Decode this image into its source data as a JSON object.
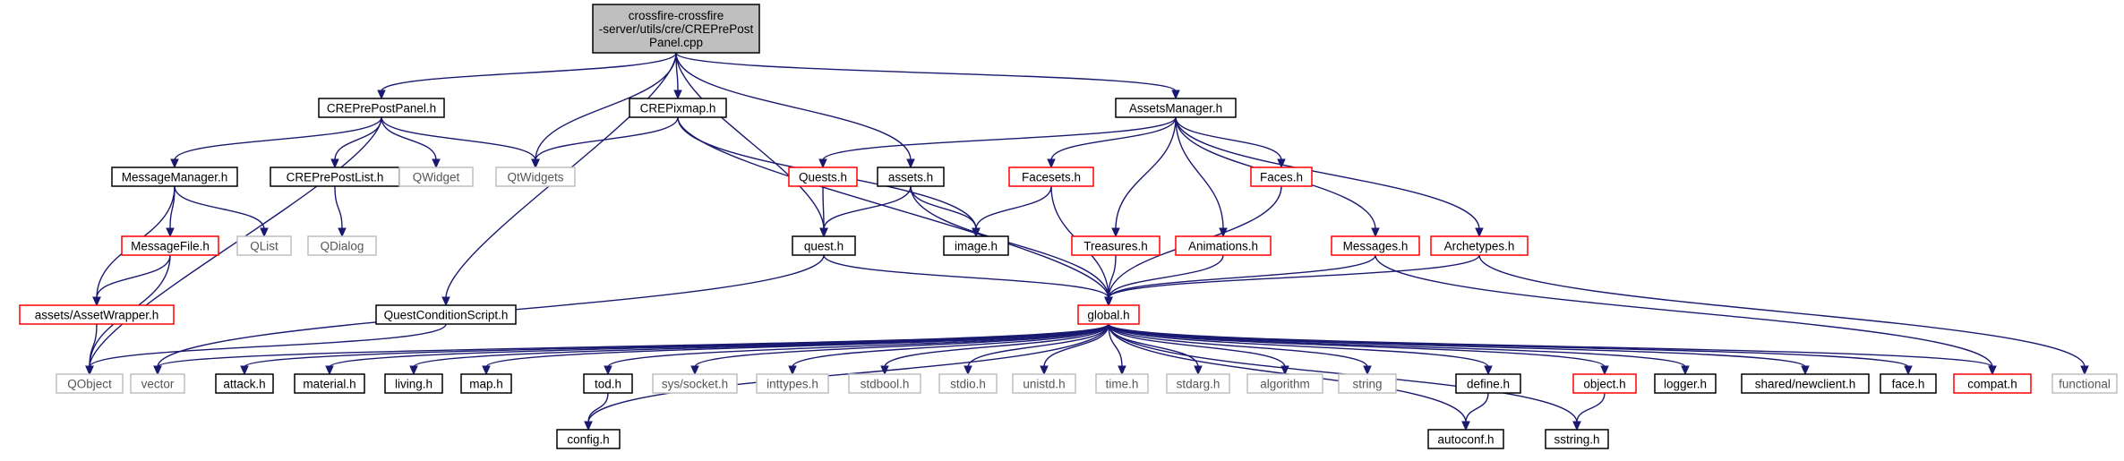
{
  "colors": {
    "edge": "#191970",
    "root_fill": "#bfbfbf",
    "plain_border": "#000000",
    "missing_border": "#ff0000",
    "system_border": "#bfbfbf"
  },
  "nodes": {
    "root": {
      "lines": [
        "crossfire-crossfire",
        "-server/utils/cre/CREPrePost",
        "Panel.cpp"
      ],
      "style": "root"
    },
    "creprepostpanel": {
      "lines": [
        "CREPrePostPanel.h"
      ],
      "style": "plain"
    },
    "crepixmap": {
      "lines": [
        "CREPixmap.h"
      ],
      "style": "plain"
    },
    "assetsmanager": {
      "lines": [
        "AssetsManager.h"
      ],
      "style": "plain"
    },
    "messagemanager": {
      "lines": [
        "MessageManager.h"
      ],
      "style": "plain"
    },
    "creprepostlist": {
      "lines": [
        "CREPrePostList.h"
      ],
      "style": "plain"
    },
    "qwidget": {
      "lines": [
        "QWidget"
      ],
      "style": "gray"
    },
    "qtwidgets": {
      "lines": [
        "QtWidgets"
      ],
      "style": "gray"
    },
    "quests": {
      "lines": [
        "Quests.h"
      ],
      "style": "red"
    },
    "assets": {
      "lines": [
        "assets.h"
      ],
      "style": "plain"
    },
    "facesets": {
      "lines": [
        "Facesets.h"
      ],
      "style": "red"
    },
    "faces": {
      "lines": [
        "Faces.h"
      ],
      "style": "red"
    },
    "messagefile": {
      "lines": [
        "MessageFile.h"
      ],
      "style": "red"
    },
    "qlist": {
      "lines": [
        "QList"
      ],
      "style": "gray"
    },
    "qdialog": {
      "lines": [
        "QDialog"
      ],
      "style": "gray"
    },
    "quest": {
      "lines": [
        "quest.h"
      ],
      "style": "plain"
    },
    "image": {
      "lines": [
        "image.h"
      ],
      "style": "plain"
    },
    "treasures": {
      "lines": [
        "Treasures.h"
      ],
      "style": "red"
    },
    "animations": {
      "lines": [
        "Animations.h"
      ],
      "style": "red"
    },
    "messages": {
      "lines": [
        "Messages.h"
      ],
      "style": "red"
    },
    "archetypes": {
      "lines": [
        "Archetypes.h"
      ],
      "style": "red"
    },
    "assetwrapper": {
      "lines": [
        "assets/AssetWrapper.h"
      ],
      "style": "red"
    },
    "questcondition": {
      "lines": [
        "QuestConditionScript.h"
      ],
      "style": "plain"
    },
    "global": {
      "lines": [
        "global.h"
      ],
      "style": "red"
    },
    "qobject": {
      "lines": [
        "QObject"
      ],
      "style": "gray"
    },
    "vector": {
      "lines": [
        "vector"
      ],
      "style": "gray"
    },
    "attack": {
      "lines": [
        "attack.h"
      ],
      "style": "plain"
    },
    "material": {
      "lines": [
        "material.h"
      ],
      "style": "plain"
    },
    "living": {
      "lines": [
        "living.h"
      ],
      "style": "plain"
    },
    "map": {
      "lines": [
        "map.h"
      ],
      "style": "plain"
    },
    "tod": {
      "lines": [
        "tod.h"
      ],
      "style": "plain"
    },
    "syssocket": {
      "lines": [
        "sys/socket.h"
      ],
      "style": "gray"
    },
    "inttypes": {
      "lines": [
        "inttypes.h"
      ],
      "style": "gray"
    },
    "stdbool": {
      "lines": [
        "stdbool.h"
      ],
      "style": "gray"
    },
    "stdio": {
      "lines": [
        "stdio.h"
      ],
      "style": "gray"
    },
    "unistd": {
      "lines": [
        "unistd.h"
      ],
      "style": "gray"
    },
    "time": {
      "lines": [
        "time.h"
      ],
      "style": "gray"
    },
    "stdarg": {
      "lines": [
        "stdarg.h"
      ],
      "style": "gray"
    },
    "algorithm": {
      "lines": [
        "algorithm"
      ],
      "style": "gray"
    },
    "string": {
      "lines": [
        "string"
      ],
      "style": "gray"
    },
    "define": {
      "lines": [
        "define.h"
      ],
      "style": "plain"
    },
    "object": {
      "lines": [
        "object.h"
      ],
      "style": "red"
    },
    "logger": {
      "lines": [
        "logger.h"
      ],
      "style": "plain"
    },
    "newclient": {
      "lines": [
        "shared/newclient.h"
      ],
      "style": "plain"
    },
    "face": {
      "lines": [
        "face.h"
      ],
      "style": "plain"
    },
    "compat": {
      "lines": [
        "compat.h"
      ],
      "style": "red"
    },
    "functional": {
      "lines": [
        "functional"
      ],
      "style": "gray"
    },
    "config": {
      "lines": [
        "config.h"
      ],
      "style": "plain"
    },
    "autoconf": {
      "lines": [
        "autoconf.h"
      ],
      "style": "plain"
    },
    "sstring": {
      "lines": [
        "sstring.h"
      ],
      "style": "plain"
    }
  },
  "edges": [
    [
      "root",
      "creprepostpanel"
    ],
    [
      "root",
      "qtwidgets"
    ],
    [
      "root",
      "crepixmap"
    ],
    [
      "root",
      "quest"
    ],
    [
      "root",
      "assets"
    ],
    [
      "root",
      "assetsmanager"
    ],
    [
      "root",
      "questcondition"
    ],
    [
      "creprepostpanel",
      "messagemanager"
    ],
    [
      "creprepostpanel",
      "creprepostlist"
    ],
    [
      "creprepostpanel",
      "qwidget"
    ],
    [
      "creprepostpanel",
      "qtwidgets"
    ],
    [
      "creprepostpanel",
      "qobject"
    ],
    [
      "crepixmap",
      "qtwidgets"
    ],
    [
      "crepixmap",
      "image"
    ],
    [
      "crepixmap",
      "global"
    ],
    [
      "assetsmanager",
      "quests"
    ],
    [
      "assetsmanager",
      "facesets"
    ],
    [
      "assetsmanager",
      "treasures"
    ],
    [
      "assetsmanager",
      "animations"
    ],
    [
      "assetsmanager",
      "faces"
    ],
    [
      "assetsmanager",
      "messages"
    ],
    [
      "assetsmanager",
      "archetypes"
    ],
    [
      "messagemanager",
      "messagefile"
    ],
    [
      "messagemanager",
      "qlist"
    ],
    [
      "messagemanager",
      "assetwrapper"
    ],
    [
      "creprepostlist",
      "qdialog"
    ],
    [
      "messagefile",
      "assetwrapper"
    ],
    [
      "messagefile",
      "qobject"
    ],
    [
      "assetwrapper",
      "qobject"
    ],
    [
      "quests",
      "quest"
    ],
    [
      "assets",
      "quest"
    ],
    [
      "assets",
      "image"
    ],
    [
      "assets",
      "global"
    ],
    [
      "quest",
      "global"
    ],
    [
      "quest",
      "vector"
    ],
    [
      "facesets",
      "image"
    ],
    [
      "facesets",
      "global"
    ],
    [
      "faces",
      "global"
    ],
    [
      "treasures",
      "global"
    ],
    [
      "animations",
      "global"
    ],
    [
      "messages",
      "global"
    ],
    [
      "messages",
      "compat"
    ],
    [
      "archetypes",
      "global"
    ],
    [
      "archetypes",
      "functional"
    ],
    [
      "questcondition",
      "qobject"
    ],
    [
      "global",
      "vector"
    ],
    [
      "global",
      "attack"
    ],
    [
      "global",
      "material"
    ],
    [
      "global",
      "living"
    ],
    [
      "global",
      "map"
    ],
    [
      "global",
      "tod"
    ],
    [
      "global",
      "syssocket"
    ],
    [
      "global",
      "inttypes"
    ],
    [
      "global",
      "stdbool"
    ],
    [
      "global",
      "stdio"
    ],
    [
      "global",
      "unistd"
    ],
    [
      "global",
      "time"
    ],
    [
      "global",
      "stdarg"
    ],
    [
      "global",
      "algorithm"
    ],
    [
      "global",
      "string"
    ],
    [
      "global",
      "define"
    ],
    [
      "global",
      "object"
    ],
    [
      "global",
      "logger"
    ],
    [
      "global",
      "newclient"
    ],
    [
      "global",
      "face"
    ],
    [
      "global",
      "compat"
    ],
    [
      "global",
      "config"
    ],
    [
      "global",
      "autoconf"
    ],
    [
      "global",
      "sstring"
    ],
    [
      "tod",
      "config"
    ],
    [
      "define",
      "autoconf"
    ],
    [
      "object",
      "sstring"
    ]
  ]
}
